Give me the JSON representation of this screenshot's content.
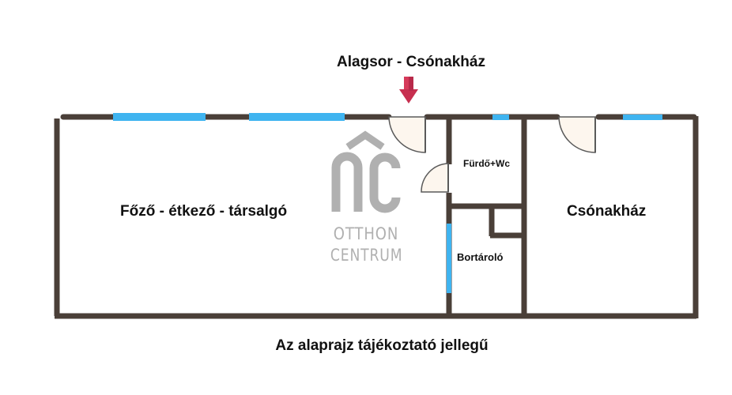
{
  "title": "Alagsor - Csónakház",
  "footer_note": "Az alaprajz tájékoztató jellegű",
  "rooms": {
    "living": "Főző - étkező - társalgó",
    "bathroom": "Fürdő+Wc",
    "wine_cellar": "Bortároló",
    "boathouse": "Csónakház"
  },
  "logo": {
    "monogram": "ÔC",
    "line1": "OTTHON",
    "line2": "CENTRUM"
  },
  "icons": {
    "entrance_arrow": "arrow-down-icon"
  },
  "colors": {
    "wall": "#4a3f38",
    "window": "#3fb4f0",
    "door_fill": "#fdf6ee",
    "door_stroke": "#5a5a5a",
    "arrow": "#d63a5a",
    "logo": "#b0b0b0",
    "text": "#111111"
  }
}
